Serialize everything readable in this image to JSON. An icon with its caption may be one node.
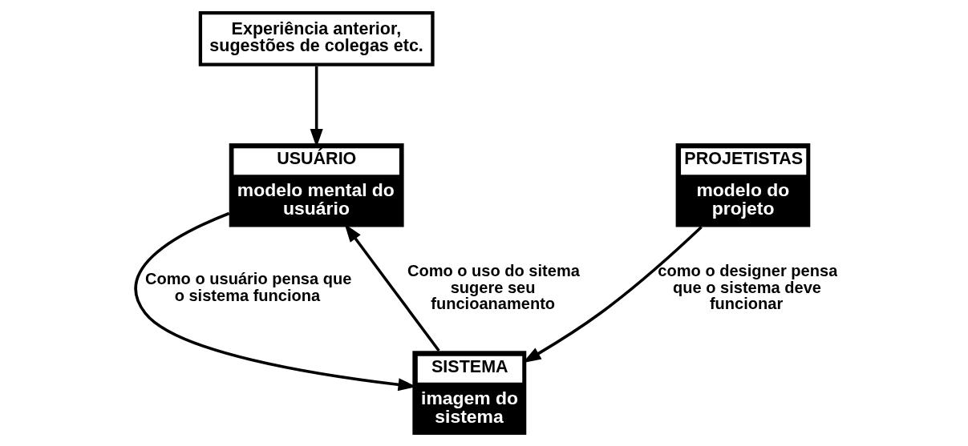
{
  "diagram": {
    "nodes": [
      {
        "text": [
          "Experiência anterior, sugestões de colegas etc."
        ]
      },
      {
        "text": [
          "PROJETISTAS",
          "modelo do projeto"
        ]
      },
      {
        "text": [
          "USUÁRIO",
          "modelo mental do usuário"
        ]
      },
      {
        "text": [
          "SISTEMA",
          "imagem do sistema"
        ]
      }
    ],
    "edges": [
      {
        "from": 0,
        "to": 2,
        "arrow": "to"
      },
      {
        "from": 1,
        "to": 3,
        "arrow": "to",
        "label": "como o designer pensa que o sistema deve funcionar"
      },
      {
        "from": 2,
        "to": 3,
        "arrow": "to",
        "label": "Como o usuário pensa que o sistema funciona"
      },
      {
        "from": 3,
        "to": 2,
        "arrow": "to",
        "label": "Como o uso do sitema sugere seu funcioanamento"
      }
    ]
  }
}
